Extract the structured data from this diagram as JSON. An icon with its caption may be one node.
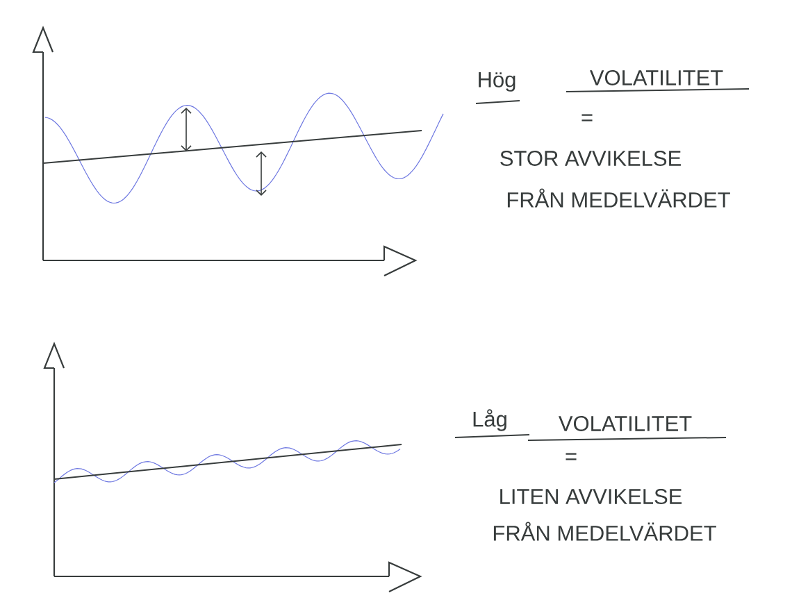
{
  "diagram": {
    "labels": [
      "Hög",
      "VOLATILITET",
      "=",
      "STOR AVVIKELSE",
      "FRÅN MEDELVÄRDET",
      "Låg",
      "VOLATILITET",
      "=",
      "LITEN AVVIKELSE",
      "FRÅN MEDELVÄRDET"
    ]
  }
}
